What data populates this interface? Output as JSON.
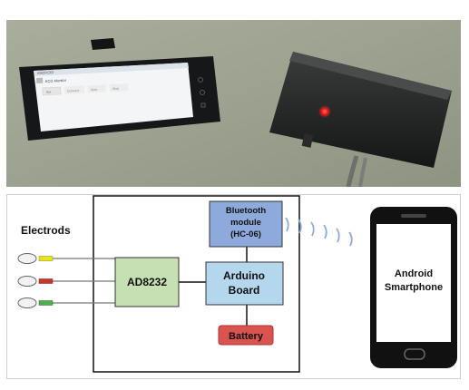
{
  "photo": {
    "phone_screen": {
      "status": "ANDROID",
      "app_title": "ECG Monitor",
      "buttons": [
        "Set",
        "Connect",
        "Start",
        "Stop"
      ]
    }
  },
  "diagram": {
    "electrodes_label": "Electrods",
    "bluetooth_label_lines": [
      "Bluetooth",
      "module",
      "(HC-06)"
    ],
    "ad8232_label": "AD8232",
    "arduino_label_lines": [
      "Arduino",
      "Board"
    ],
    "battery_label": "Battery",
    "smartphone_label_lines": [
      "Android",
      "Smartphone"
    ],
    "colors": {
      "bluetooth_fill": "#8ea9db",
      "ad8232_fill": "#c6e0b4",
      "arduino_fill": "#b4d7ee",
      "battery_fill": "#d9534f",
      "lead_yellow": "#e5e51a",
      "lead_red": "#c0392b",
      "lead_green": "#4caf50",
      "signal_blue": "#8ea9db"
    }
  }
}
